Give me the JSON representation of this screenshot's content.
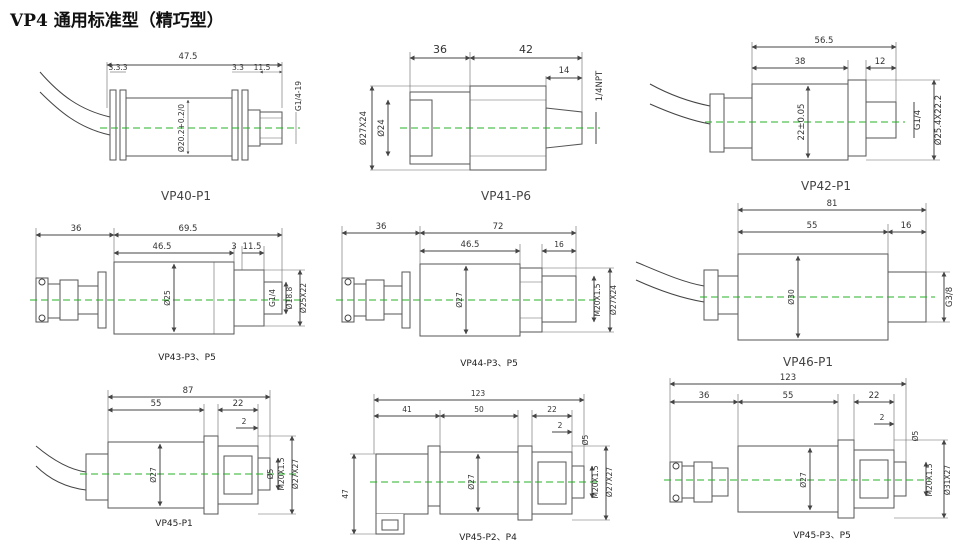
{
  "title": "VP4 通用标准型（精巧型）",
  "models": [
    {
      "id": "vp40",
      "label": "VP40-P1",
      "dims": [
        "47.5",
        "3.3.3",
        "3.3",
        "11.5",
        "G1/4-19",
        "Ø20.2+0.2/0"
      ]
    },
    {
      "id": "vp41",
      "label": "VP41-P6",
      "dims": [
        "36",
        "42",
        "14",
        "1/4NPT",
        "Ø27X24",
        "Ø24"
      ]
    },
    {
      "id": "vp42",
      "label": "VP42-P1",
      "dims": [
        "56.5",
        "38",
        "12",
        "22±0.05",
        "G1/4",
        "Ø25.4X22.2"
      ]
    },
    {
      "id": "vp43",
      "label": "VP43-P3、P5",
      "dims": [
        "36",
        "69.5",
        "46.5",
        "3",
        "11.5",
        "Ø25",
        "G1/4",
        "Ø18.8",
        "Ø25X22"
      ]
    },
    {
      "id": "vp44",
      "label": "VP44-P3、P5",
      "dims": [
        "36",
        "72",
        "46.5",
        "16",
        "Ø27",
        "M20X1.5",
        "Ø27X24"
      ]
    },
    {
      "id": "vp46",
      "label": "VP46-P1",
      "dims": [
        "81",
        "55",
        "16",
        "Ø30",
        "G3/8"
      ]
    },
    {
      "id": "vp45a",
      "label": "VP45-P1",
      "dims": [
        "87",
        "55",
        "22",
        "2",
        "Ø27",
        "Ø5",
        "M20X1.5",
        "Ø27X27"
      ]
    },
    {
      "id": "vp45b",
      "label": "VP45-P2、P4",
      "dims": [
        "123",
        "41",
        "50",
        "22",
        "2",
        "Ø5",
        "47",
        "Ø27",
        "M20X1.5",
        "Ø27X27"
      ]
    },
    {
      "id": "vp45c",
      "label": "VP45-P3、P5",
      "dims": [
        "123",
        "36",
        "55",
        "22",
        "2",
        "Ø5",
        "Ø27",
        "M20X1.5",
        "Ø31X27"
      ]
    }
  ],
  "colors": {
    "centerline": "#27b227",
    "line": "#444444"
  }
}
